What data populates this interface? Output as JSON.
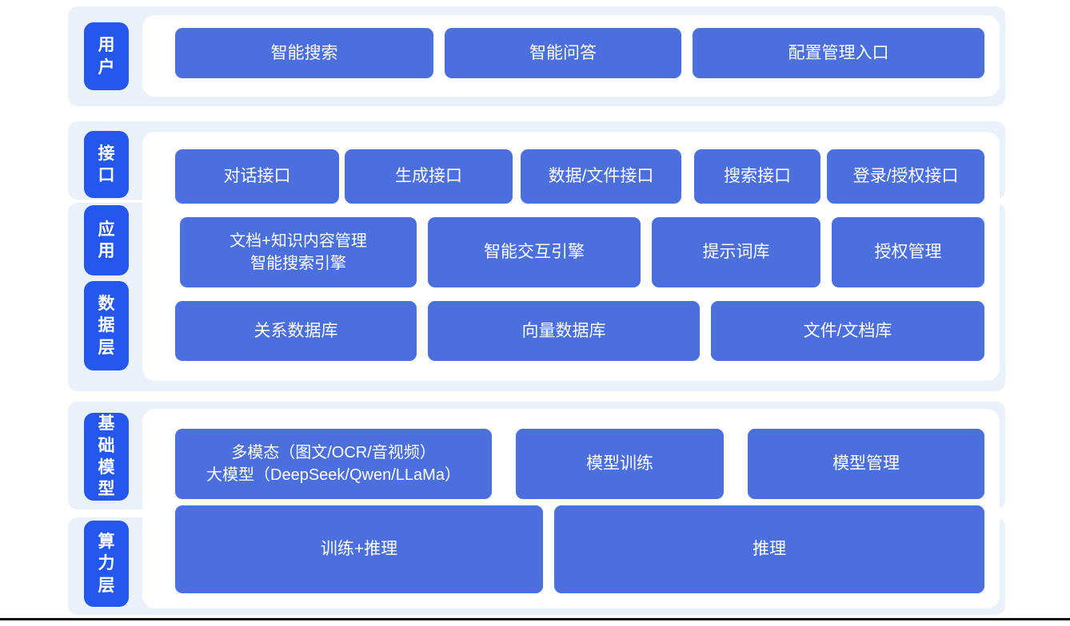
{
  "colors": {
    "page_bg": "#ffffff",
    "section_bg": "#ebf1f9",
    "panel_bg": "#ffffff",
    "label_bg": "#2456f0",
    "box_bg": "#4b6fdc",
    "box_text": "#ffffff",
    "bottom_line": "#0b0b0b"
  },
  "diagram": {
    "groups": [
      {
        "id": "user-layer",
        "side_labels": [
          "用户"
        ],
        "rows": [
          {
            "boxes": [
              {
                "text": "智能搜索"
              },
              {
                "text": "智能问答"
              },
              {
                "text": "配置管理入口"
              }
            ]
          }
        ]
      },
      {
        "id": "platform-layer",
        "side_labels": [
          "接口",
          "应用",
          "数据层"
        ],
        "rows": [
          {
            "boxes": [
              {
                "text": "对话接口"
              },
              {
                "text": "生成接口"
              },
              {
                "text": "数据/文件接口"
              },
              {
                "text": "搜索接口"
              },
              {
                "text": "登录/授权接口"
              }
            ]
          },
          {
            "boxes": [
              {
                "text": "文档+知识内容管理",
                "text2": "智能搜索引擎"
              },
              {
                "text": "智能交互引擎"
              },
              {
                "text": "提示词库"
              },
              {
                "text": "授权管理"
              }
            ]
          },
          {
            "boxes": [
              {
                "text": "关系数据库"
              },
              {
                "text": "向量数据库"
              },
              {
                "text": "文件/文档库"
              }
            ]
          }
        ]
      },
      {
        "id": "foundation-layer",
        "side_labels": [
          "基础模型",
          "算力层"
        ],
        "rows": [
          {
            "boxes": [
              {
                "text": "多模态（图文/OCR/音视频）",
                "text2": "大模型（DeepSeek/Qwen/LLaMa）"
              },
              {
                "text": "模型训练"
              },
              {
                "text": "模型管理"
              }
            ]
          },
          {
            "boxes": [
              {
                "text": "训练+推理"
              },
              {
                "text": "推理"
              }
            ]
          }
        ]
      }
    ]
  }
}
